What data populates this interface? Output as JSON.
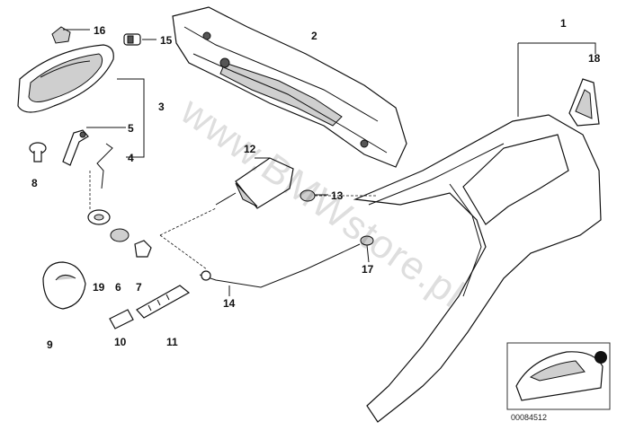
{
  "diagram": {
    "callouts": [
      {
        "id": "c1",
        "text": "1"
      },
      {
        "id": "c2",
        "text": "2"
      },
      {
        "id": "c3",
        "text": "3"
      },
      {
        "id": "c4",
        "text": "4"
      },
      {
        "id": "c5",
        "text": "5"
      },
      {
        "id": "c6",
        "text": "6"
      },
      {
        "id": "c7",
        "text": "7"
      },
      {
        "id": "c8",
        "text": "8"
      },
      {
        "id": "c9",
        "text": "9"
      },
      {
        "id": "c10",
        "text": "10"
      },
      {
        "id": "c11",
        "text": "11"
      },
      {
        "id": "c12",
        "text": "12"
      },
      {
        "id": "c13",
        "text": "13"
      },
      {
        "id": "c14",
        "text": "14"
      },
      {
        "id": "c15",
        "text": "15"
      },
      {
        "id": "c16",
        "text": "16"
      },
      {
        "id": "c17",
        "text": "17"
      },
      {
        "id": "c18",
        "text": "18"
      },
      {
        "id": "c19",
        "text": "19"
      }
    ],
    "watermark": "www.BMWstore.pl",
    "reference_number": "00084512"
  }
}
